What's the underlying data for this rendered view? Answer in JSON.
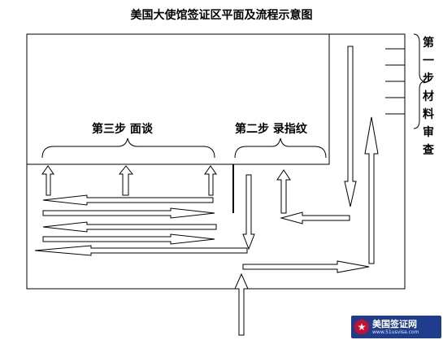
{
  "title": "美国大使馆签证区平面及流程示意图",
  "labels": {
    "step3": "第三步 面谈",
    "step2": "第二步 录指纹",
    "step1_vertical": [
      "第",
      "一",
      "步",
      "",
      "材",
      "料",
      "审",
      "查"
    ]
  },
  "logo": {
    "main": "美国签证网",
    "url": "www.51usvisa.com",
    "star": "★"
  },
  "colors": {
    "stroke": "#000000",
    "arrow_fill": "#ffffff",
    "logo_bg": "#1f3d8c",
    "logo_star": "#c8102e"
  }
}
